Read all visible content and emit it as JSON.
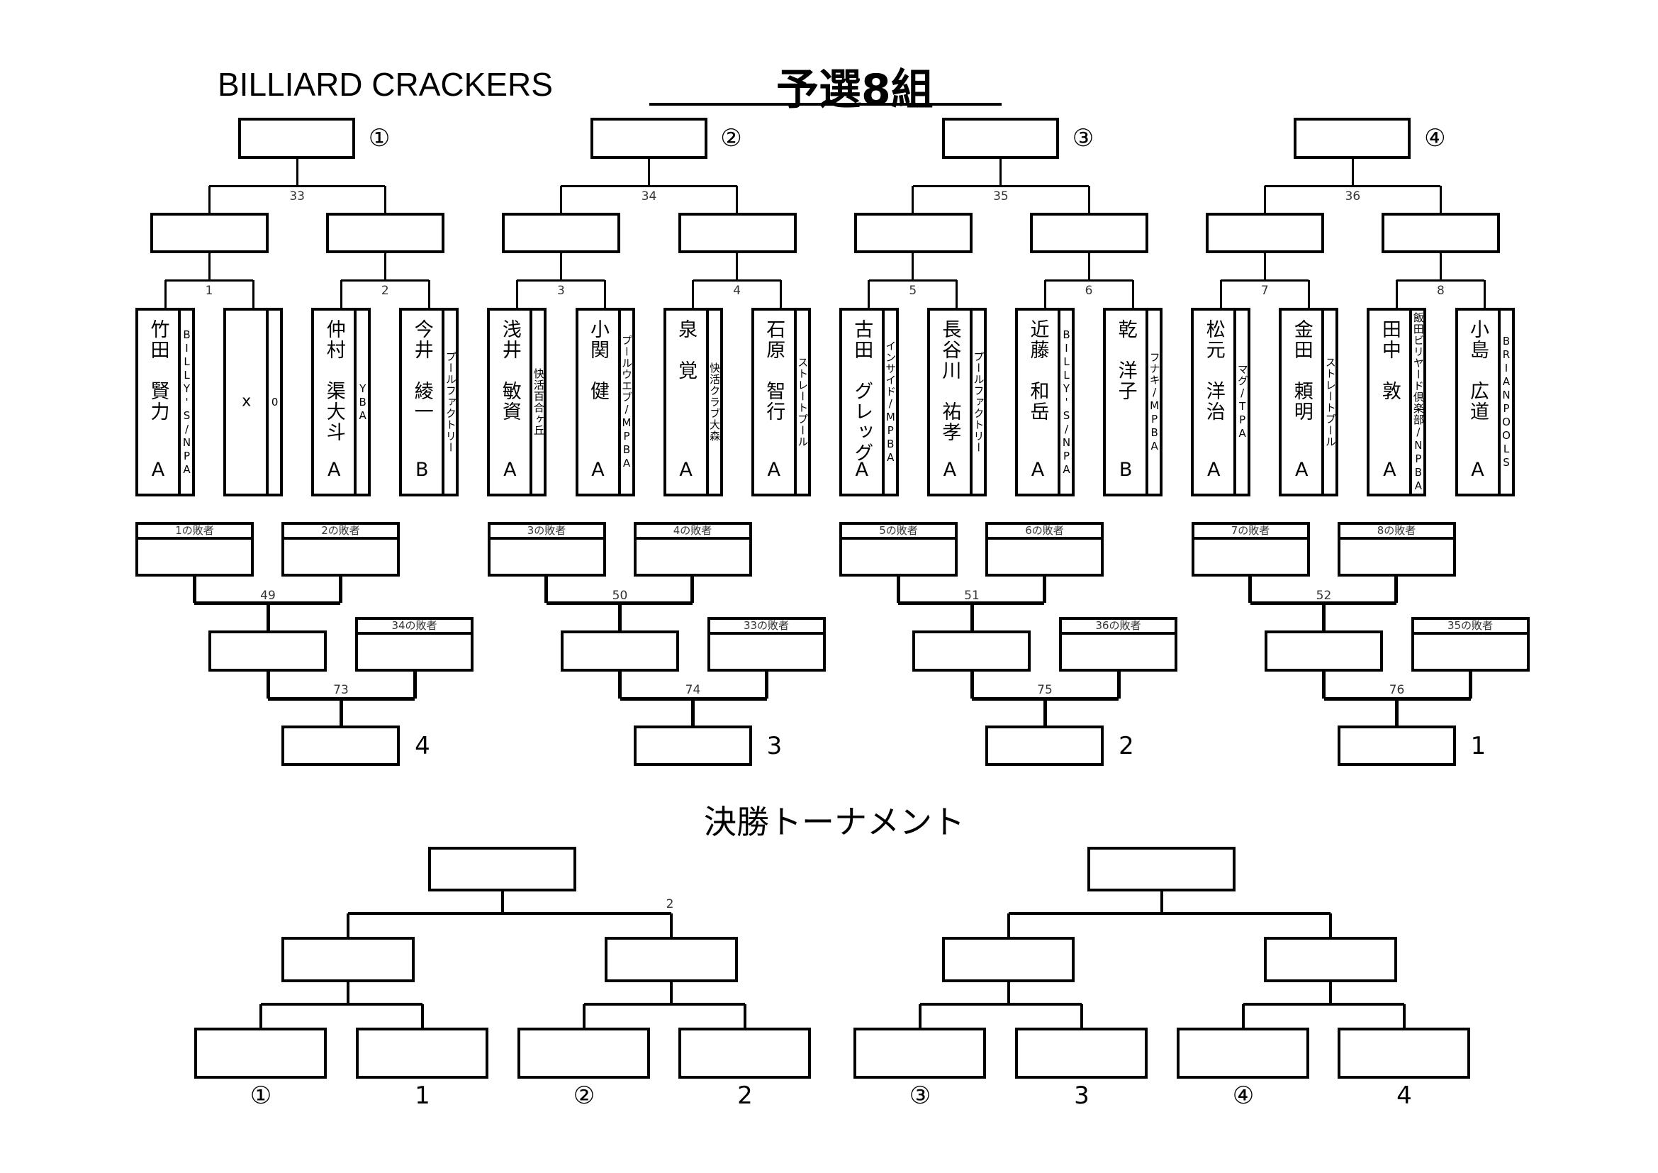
{
  "header": {
    "club": "BILLIARD CRACKERS",
    "title": "予選8組"
  },
  "groups": [
    {
      "seed_label": "①",
      "top_match": "33",
      "pair_matches": [
        "1",
        "2"
      ],
      "losers": [
        "1の敗者",
        "2の敗者"
      ],
      "mid_match": "49",
      "cross_loser": "34の敗者",
      "final_match": "73",
      "place": "4"
    },
    {
      "seed_label": "②",
      "top_match": "34",
      "pair_matches": [
        "3",
        "4"
      ],
      "losers": [
        "3の敗者",
        "4の敗者"
      ],
      "mid_match": "50",
      "cross_loser": "33の敗者",
      "final_match": "74",
      "place": "3"
    },
    {
      "seed_label": "③",
      "top_match": "35",
      "pair_matches": [
        "5",
        "6"
      ],
      "losers": [
        "5の敗者",
        "6の敗者"
      ],
      "mid_match": "51",
      "cross_loser": "36の敗者",
      "final_match": "75",
      "place": "2"
    },
    {
      "seed_label": "④",
      "top_match": "36",
      "pair_matches": [
        "7",
        "8"
      ],
      "losers": [
        "7の敗者",
        "8の敗者"
      ],
      "mid_match": "52",
      "cross_loser": "35の敗者",
      "final_match": "76",
      "place": "1"
    }
  ],
  "players": [
    {
      "name": "竹田　賢力",
      "class": "A",
      "affiliation": "BILLY'S/NPA"
    },
    {
      "name": "x",
      "class": "",
      "affiliation": "0"
    },
    {
      "name": "仲村　渠大斗",
      "class": "A",
      "affiliation": "YBA"
    },
    {
      "name": "今井　綾一",
      "class": "B",
      "affiliation": "プールファクトリー"
    },
    {
      "name": "浅井　敏資",
      "class": "A",
      "affiliation": "快活百合ヶ丘"
    },
    {
      "name": "小関　健",
      "class": "A",
      "affiliation": "プールウエブ/MPBA"
    },
    {
      "name": "泉　覚",
      "class": "A",
      "affiliation": "快活クラブ大森"
    },
    {
      "name": "石原　智行",
      "class": "A",
      "affiliation": "ストレートプール"
    },
    {
      "name": "古田　グレッグ",
      "class": "A",
      "affiliation": "インサイド/MPBA"
    },
    {
      "name": "長谷川　祐孝",
      "class": "A",
      "affiliation": "プールファクトリー"
    },
    {
      "name": "近藤　和岳",
      "class": "A",
      "affiliation": "BILLY'S/NPA"
    },
    {
      "name": "乾　洋子",
      "class": "B",
      "affiliation": "フナキ/MPBA"
    },
    {
      "name": "松元　洋治",
      "class": "A",
      "affiliation": "マグ/TPA"
    },
    {
      "name": "金田　頼明",
      "class": "A",
      "affiliation": "ストレートプール"
    },
    {
      "name": "田中　敦",
      "class": "A",
      "affiliation": "飯田ビリヤード倶楽部/NPBA"
    },
    {
      "name": "小島　広道",
      "class": "A",
      "affiliation": "BRIANPOOLS"
    }
  ],
  "finals": {
    "title": "決勝トーナメント",
    "match_label": "2",
    "slots": [
      "①",
      "1",
      "②",
      "2",
      "③",
      "3",
      "④",
      "4"
    ]
  }
}
